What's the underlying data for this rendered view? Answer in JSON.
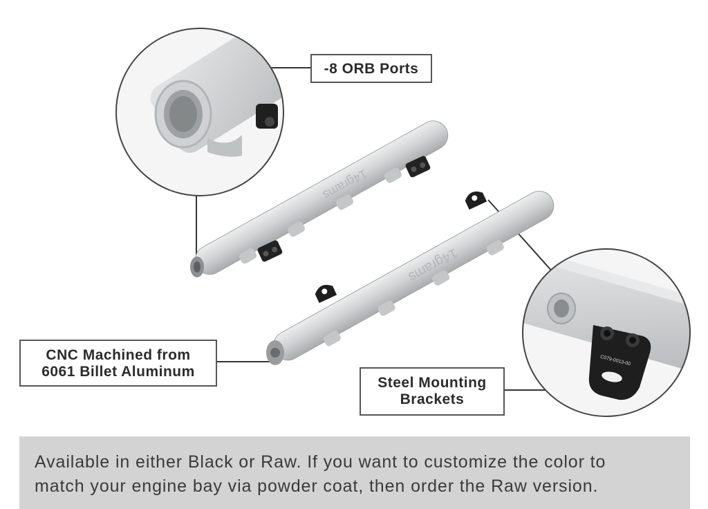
{
  "callouts": {
    "orb_ports": "-8 ORB Ports",
    "cnc": {
      "line1": "CNC Machined from",
      "line2": "6061 Billet Aluminum"
    },
    "brackets": {
      "line1": "Steel Mounting",
      "line2": "Brackets"
    }
  },
  "rail_engraving": "14grams",
  "bracket_part_number": "C079-0013-00",
  "info": {
    "line1": "Available in either Black or Raw. If you want to customize the color to",
    "line2": "match your engine bay via powder coat, then order the Raw version."
  },
  "colors": {
    "aluminum": "#c9cbcc",
    "bracket": "#1e1e1e",
    "callout_border": "#555555",
    "info_bar": "#d3d3d3"
  }
}
